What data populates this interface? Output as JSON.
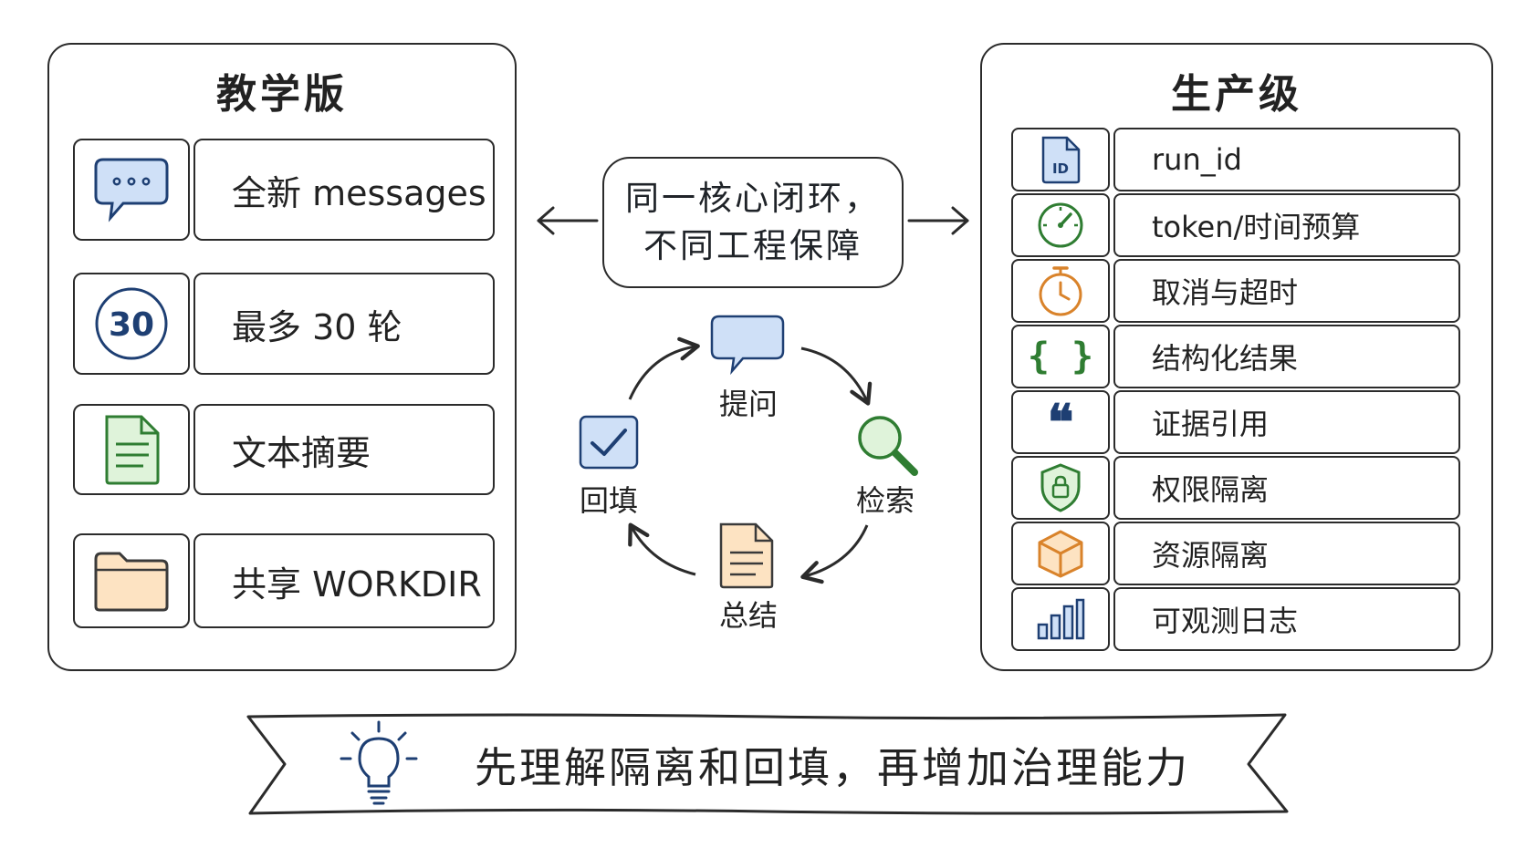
{
  "left_panel": {
    "title": "教学版",
    "items": [
      {
        "icon": "chat-bubble-icon",
        "label": "全新 messages"
      },
      {
        "icon": "number-30-icon",
        "icon_text": "30",
        "label": "最多 30 轮"
      },
      {
        "icon": "document-icon",
        "label": "文本摘要"
      },
      {
        "icon": "folder-icon",
        "label": "共享 WORKDIR"
      }
    ]
  },
  "center": {
    "bubble_line1": "同一核心闭环，",
    "bubble_line2": "不同工程保障",
    "cycle": {
      "top": "提问",
      "right": "检索",
      "bottom": "总结",
      "left": "回填"
    }
  },
  "right_panel": {
    "title": "生产级",
    "items": [
      {
        "icon": "id-file-icon",
        "icon_text": "ID",
        "label": "run_id"
      },
      {
        "icon": "gauge-icon",
        "label": "token/时间预算"
      },
      {
        "icon": "stopwatch-icon",
        "label": "取消与超时"
      },
      {
        "icon": "curly-braces-icon",
        "icon_text": "{ }",
        "label": "结构化结果"
      },
      {
        "icon": "quote-icon",
        "icon_text": "❝",
        "label": "证据引用"
      },
      {
        "icon": "shield-lock-icon",
        "label": "权限隔离"
      },
      {
        "icon": "cube-icon",
        "label": "资源隔离"
      },
      {
        "icon": "bar-chart-icon",
        "label": "可观测日志"
      }
    ]
  },
  "banner": {
    "icon": "lightbulb-icon",
    "text": "先理解隔离和回填，再增加治理能力"
  },
  "colors": {
    "outline": "#2b2b2b",
    "blue": "#1e3f73",
    "light_blue": "#cfe0f7",
    "green": "#2f7d32",
    "light_green": "#dff3da",
    "orange": "#d9832b",
    "light_orange": "#fde3c2"
  }
}
